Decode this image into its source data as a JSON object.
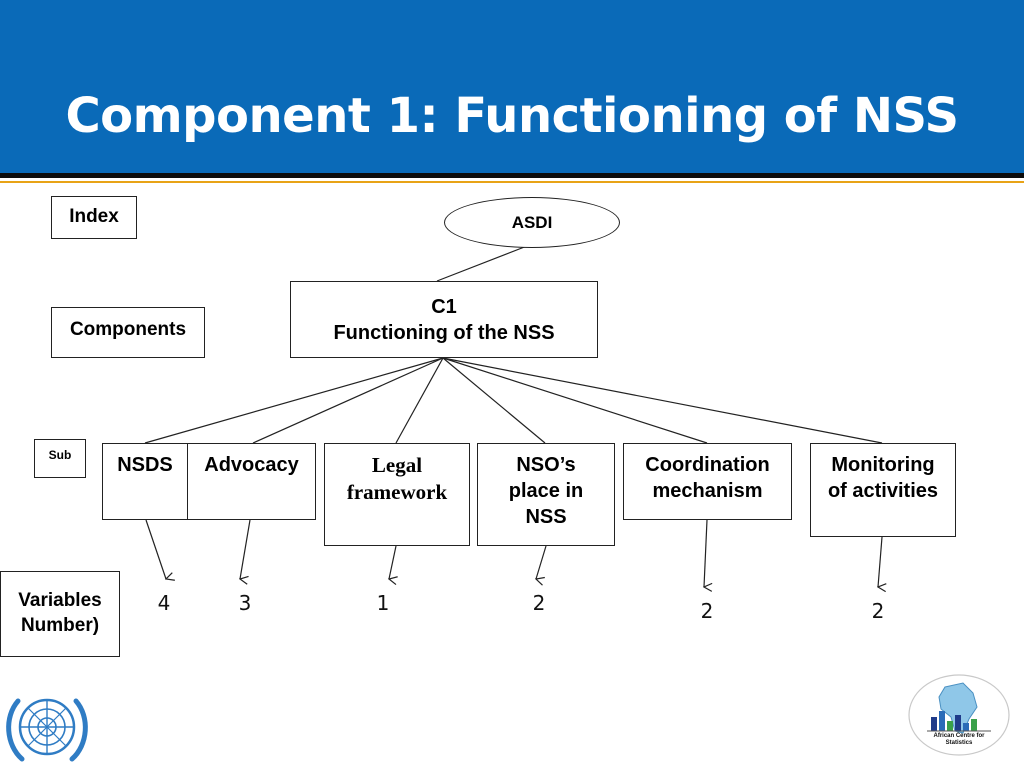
{
  "slide": {
    "title": "Component 1: Functioning of NSS",
    "colors": {
      "header": "#0a6ab8",
      "rule_black": "#0c0c0c",
      "rule_gold": "#e8a317",
      "title_text": "#ffffff"
    }
  },
  "levels": {
    "index": "Index",
    "components": "Components",
    "sub": "Sub",
    "variables": "Variables Number)"
  },
  "tree": {
    "root": "ASDI",
    "component": {
      "code": "C1",
      "name": "Functioning of the NSS"
    },
    "subcomponents": [
      {
        "label": "NSDS",
        "variables": "4"
      },
      {
        "label": "Advocacy",
        "variables": "3"
      },
      {
        "label": "Legal framework",
        "variables": "1"
      },
      {
        "label": "NSO’s place in NSS",
        "variables": "2"
      },
      {
        "label": "Coordination mechanism",
        "variables": "2"
      },
      {
        "label": "Monitoring of activities",
        "variables": "2"
      }
    ]
  },
  "logos": {
    "left": {
      "icon": "un-emblem-icon"
    },
    "right": {
      "icon": "acs-logo-icon",
      "caption": "African Centre for Statistics"
    }
  }
}
